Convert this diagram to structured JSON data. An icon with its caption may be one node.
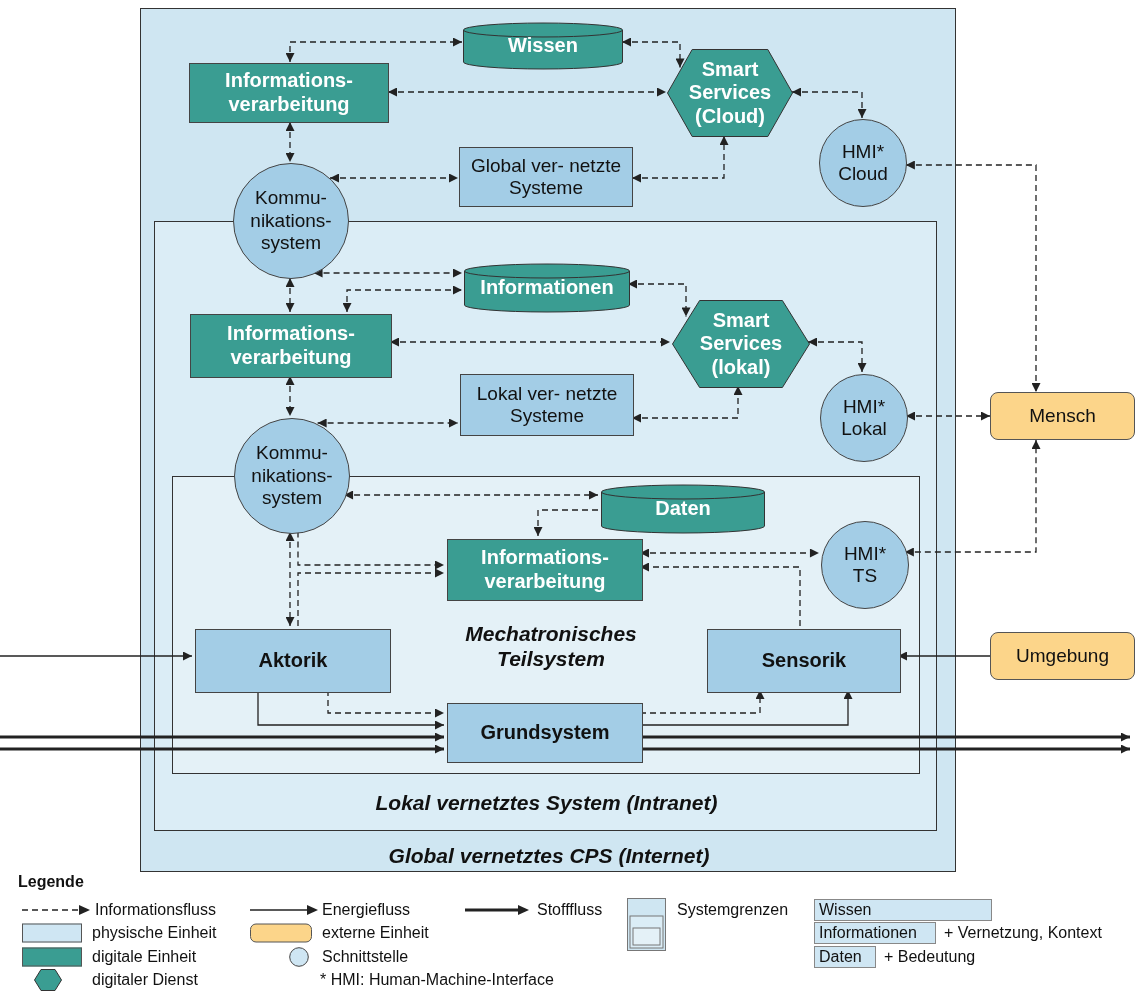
{
  "diagram": {
    "nodes": [
      {
        "text": [
          "Global vernetztes CPS (Internet)"
        ]
      },
      {
        "text": [
          "Wissen"
        ],
        "in": 0
      },
      {
        "text": [
          "Informations- verarbeitung"
        ],
        "in": 0
      },
      {
        "text": [
          "Smart Services (Cloud)"
        ],
        "in": 0
      },
      {
        "text": [
          "HMI* Cloud"
        ],
        "in": 0
      },
      {
        "text": [
          "Global ver- netzte Systeme"
        ],
        "in": 0
      },
      {
        "text": [
          "Kommu- nikations- system"
        ],
        "in": 0
      },
      {
        "text": [
          "Lokal vernetztes System (Intranet)"
        ],
        "in": 0
      },
      {
        "text": [
          "Informationen"
        ],
        "in": 7
      },
      {
        "text": [
          "Informations- verarbeitung"
        ],
        "in": 7
      },
      {
        "text": [
          "Smart Services (lokal)"
        ],
        "in": 7
      },
      {
        "text": [
          "Lokal ver- netzte Systeme"
        ],
        "in": 7
      },
      {
        "text": [
          "HMI* Lokal"
        ],
        "in": 7
      },
      {
        "text": [
          "Kommu- nikations- system"
        ],
        "in": 7
      },
      {
        "text": [
          "Mechatronisches Teilsystem"
        ],
        "in": 7
      },
      {
        "text": [
          "Daten"
        ],
        "in": 14
      },
      {
        "text": [
          "Informations- verarbeitung"
        ],
        "in": 14
      },
      {
        "text": [
          "HMI* TS"
        ],
        "in": 14
      },
      {
        "text": [
          "Aktorik"
        ],
        "in": 14
      },
      {
        "text": [
          "Sensorik"
        ],
        "in": 14
      },
      {
        "text": [
          "Grundsystem"
        ],
        "in": 14
      },
      {
        "text": [
          "Mensch"
        ]
      },
      {
        "text": [
          "Umgebung"
        ]
      }
    ],
    "edges": [
      {
        "from": 2,
        "to": 1,
        "arrow": "both",
        "style": "dashed"
      },
      {
        "from": 1,
        "to": 3,
        "arrow": "both",
        "style": "dashed"
      },
      {
        "from": 2,
        "to": 3,
        "arrow": "both",
        "style": "dashed"
      },
      {
        "from": 3,
        "to": 4,
        "arrow": "both",
        "style": "dashed"
      },
      {
        "from": 2,
        "to": 6,
        "arrow": "both",
        "style": "dashed"
      },
      {
        "from": 6,
        "to": 5,
        "arrow": "both",
        "style": "dashed"
      },
      {
        "from": 5,
        "to": 3,
        "arrow": "both",
        "style": "dashed"
      },
      {
        "from": 4,
        "to": 21,
        "arrow": "both",
        "style": "dashed"
      },
      {
        "from": 6,
        "to": 8,
        "arrow": "both",
        "style": "dashed"
      },
      {
        "from": 9,
        "to": 8,
        "arrow": "both",
        "style": "dashed"
      },
      {
        "from": 6,
        "to": 9,
        "arrow": "both",
        "style": "dashed"
      },
      {
        "from": 8,
        "to": 10,
        "arrow": "both",
        "style": "dashed"
      },
      {
        "from": 9,
        "to": 10,
        "arrow": "both",
        "style": "dashed"
      },
      {
        "from": 10,
        "to": 12,
        "arrow": "both",
        "style": "dashed"
      },
      {
        "from": 9,
        "to": 13,
        "arrow": "both",
        "style": "dashed"
      },
      {
        "from": 13,
        "to": 11,
        "arrow": "both",
        "style": "dashed"
      },
      {
        "from": 11,
        "to": 10,
        "arrow": "both",
        "style": "dashed"
      },
      {
        "from": 12,
        "to": 21,
        "arrow": "both",
        "style": "dashed"
      },
      {
        "from": 13,
        "to": 15,
        "arrow": "both",
        "style": "dashed"
      },
      {
        "from": 15,
        "to": 16,
        "arrow": "to",
        "style": "dashed"
      },
      {
        "from": 13,
        "to": 18,
        "arrow": "both",
        "style": "dashed"
      },
      {
        "from": 13,
        "to": 16,
        "arrow": "to",
        "style": "dashed"
      },
      {
        "from": 18,
        "to": 16,
        "arrow": "to",
        "style": "dashed"
      },
      {
        "from": 16,
        "to": 17,
        "arrow": "both",
        "style": "dashed"
      },
      {
        "from": 19,
        "to": 16,
        "arrow": "to",
        "style": "dashed"
      },
      {
        "from": 17,
        "to": 21,
        "arrow": "both",
        "style": "dashed"
      },
      {
        "from": 18,
        "to": 20,
        "arrow": "to",
        "style": "dashed"
      },
      {
        "from": 18,
        "to": 20,
        "arrow": "to"
      },
      {
        "from": 20,
        "to": 19,
        "arrow": "to",
        "style": "dashed"
      },
      {
        "from": 20,
        "to": 19,
        "arrow": "to"
      },
      {
        "from": 22,
        "to": 19,
        "arrow": "to"
      },
      {
        "from": null,
        "to": 18,
        "arrow": "to"
      },
      {
        "from": null,
        "to": 20,
        "arrow": "to",
        "style": "thick"
      },
      {
        "from": null,
        "to": 20,
        "arrow": "to",
        "style": "thick"
      },
      {
        "from": 20,
        "to": null,
        "arrow": "to",
        "style": "thick"
      },
      {
        "from": 20,
        "to": null,
        "arrow": "to",
        "style": "thick"
      }
    ],
    "labels": [
      "Legende",
      "Wissen",
      "Informationen",
      "+ Vernetzung, Kontext",
      "Daten",
      "+ Bedeutung",
      "* HMI: Human-Machine-Interface"
    ],
    "legend": [
      {
        "text": "Informationsfluss"
      },
      {
        "text": "Energiefluss"
      },
      {
        "text": "Stofffluss"
      },
      {
        "text": "Systemgrenzen"
      },
      {
        "text": "physische Einheit",
        "color": "#cfe6f3"
      },
      {
        "text": "externe Einheit",
        "color": "#fcd58a"
      },
      {
        "text": "digitale Einheit",
        "color": "#3a9d92"
      },
      {
        "text": "Schnittstelle"
      },
      {
        "text": "digitaler Dienst"
      }
    ]
  }
}
